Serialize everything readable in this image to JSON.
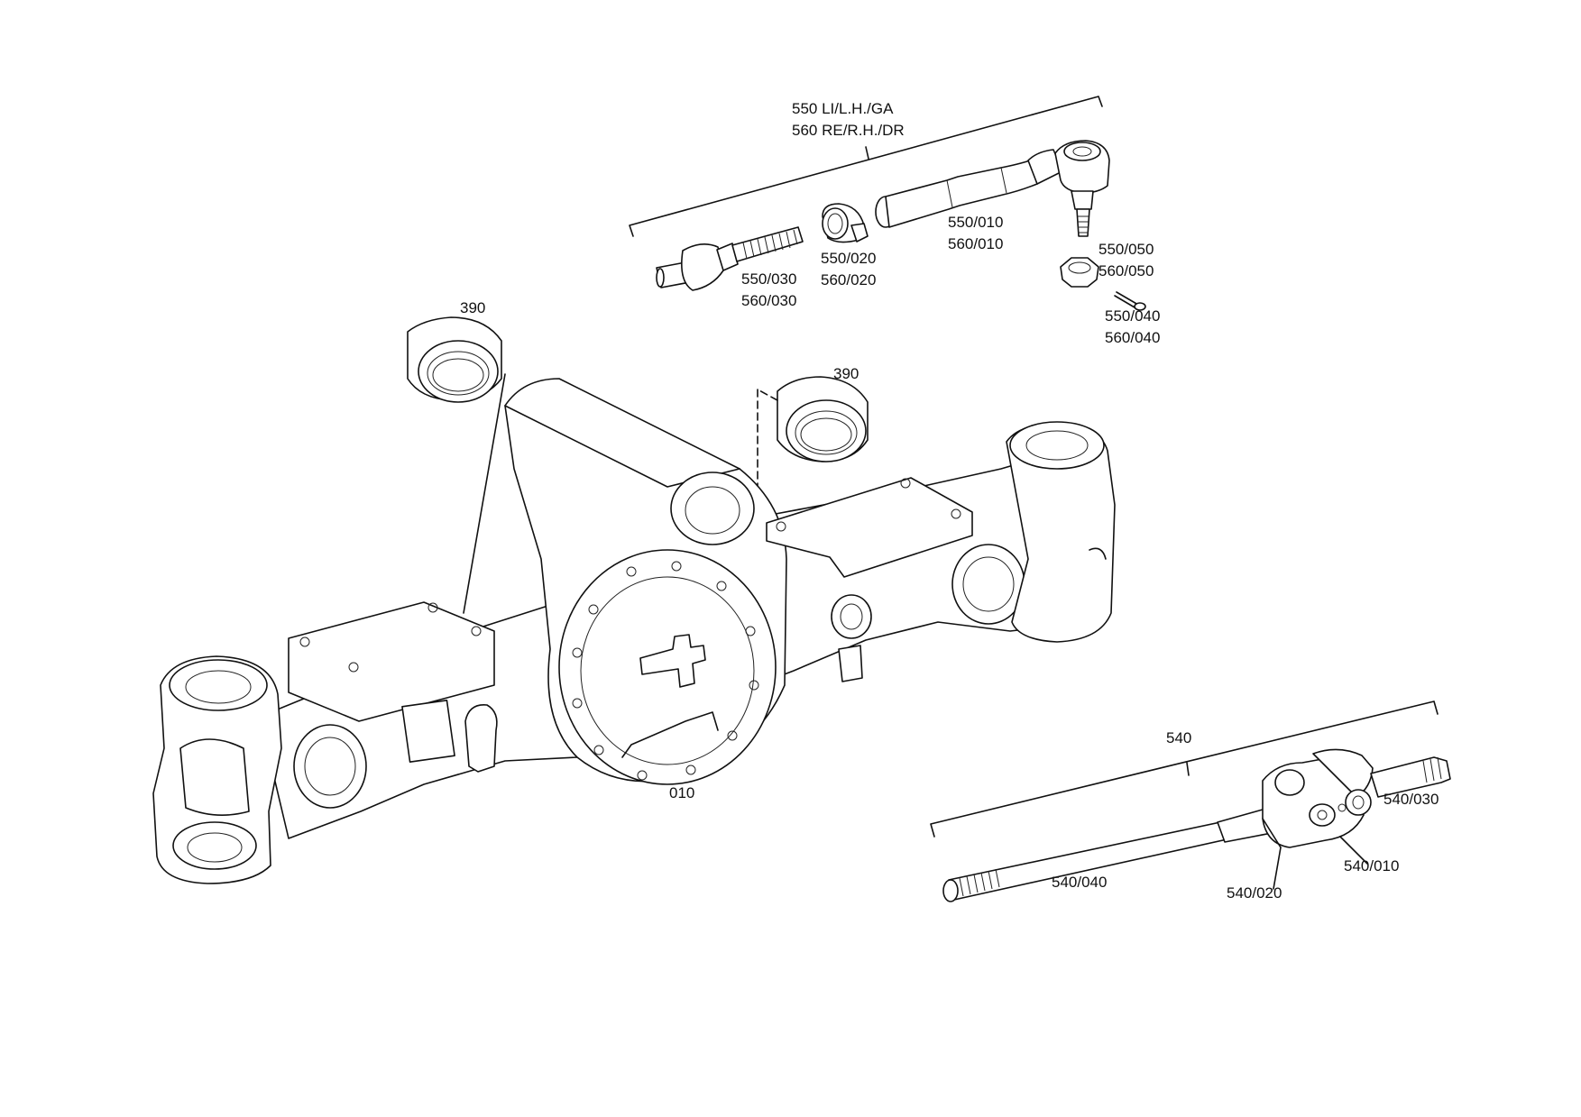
{
  "diagram": {
    "labels": {
      "tie_rod_title_1": "550 LI/L.H./GA",
      "tie_rod_title_2": "560 RE/R.H./DR",
      "p550_010": "550/010",
      "p560_010": "560/010",
      "p550_020": "550/020",
      "p560_020": "560/020",
      "p550_030": "550/030",
      "p560_030": "560/030",
      "p550_050": "550/050",
      "p560_050": "560/050",
      "p550_040": "550/040",
      "p560_040": "560/040",
      "bush_left": "390",
      "bush_right": "390",
      "axle_housing": "010",
      "shaft_group": "540",
      "p540_030": "540/030",
      "p540_010": "540/010",
      "p540_020": "540/020",
      "p540_040": "540/040"
    }
  }
}
